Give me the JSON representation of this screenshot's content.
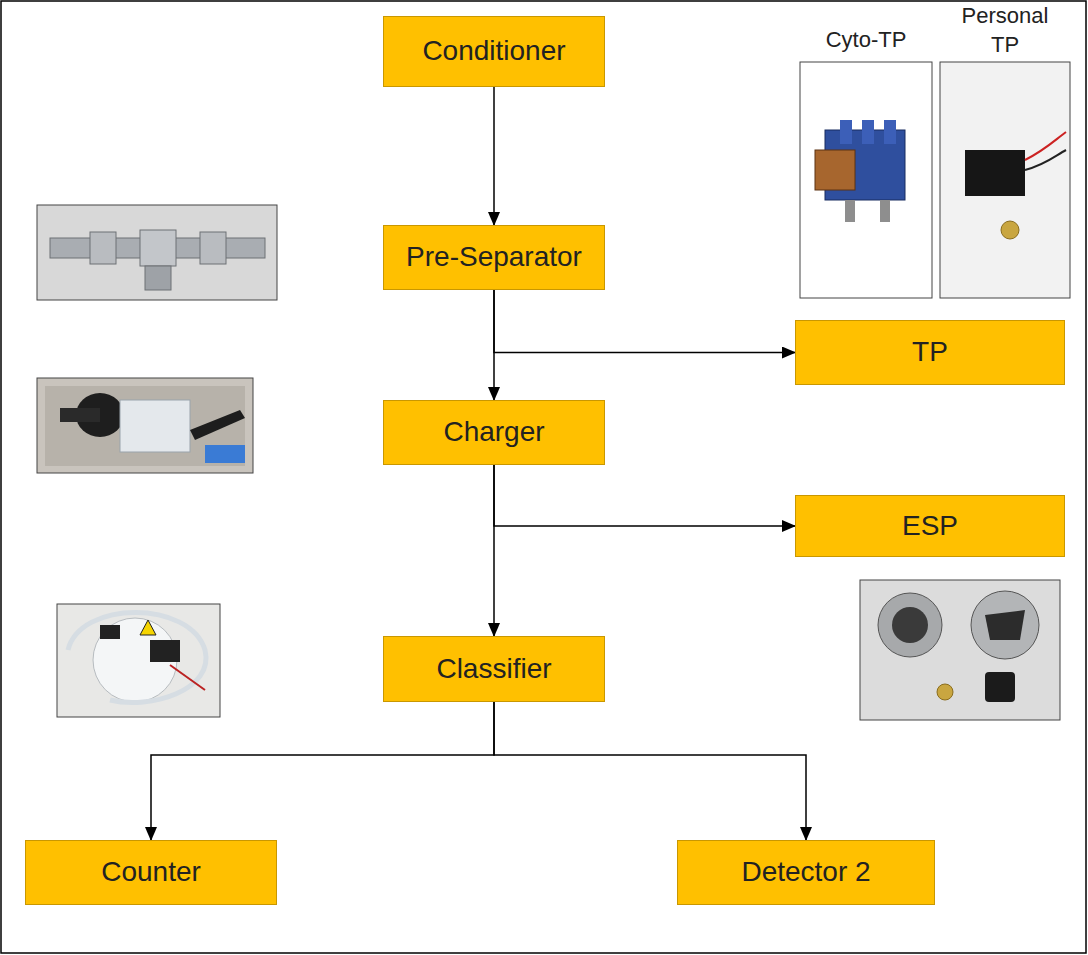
{
  "diagram": {
    "nodes": [
      {
        "text": [
          "Conditioner"
        ]
      },
      {
        "text": [
          "Pre-Separator"
        ]
      },
      {
        "text": [
          "TP"
        ]
      },
      {
        "text": [
          "Charger"
        ]
      },
      {
        "text": [
          "ESP"
        ]
      },
      {
        "text": [
          "Classifier"
        ]
      },
      {
        "text": [
          "Counter"
        ]
      },
      {
        "text": [
          "Detector 2"
        ]
      }
    ],
    "edges": [
      {
        "from": 0,
        "to": 1,
        "arrow": "to"
      },
      {
        "from": 1,
        "to": 2,
        "arrow": "to"
      },
      {
        "from": 1,
        "to": 3,
        "arrow": "to"
      },
      {
        "from": 3,
        "to": 4,
        "arrow": "to"
      },
      {
        "from": 3,
        "to": 5,
        "arrow": "to"
      },
      {
        "from": 5,
        "to": 6,
        "arrow": "to"
      },
      {
        "from": 5,
        "to": 7,
        "arrow": "to"
      }
    ],
    "labels": [
      "Cyto-TP",
      "Personal TP"
    ]
  }
}
